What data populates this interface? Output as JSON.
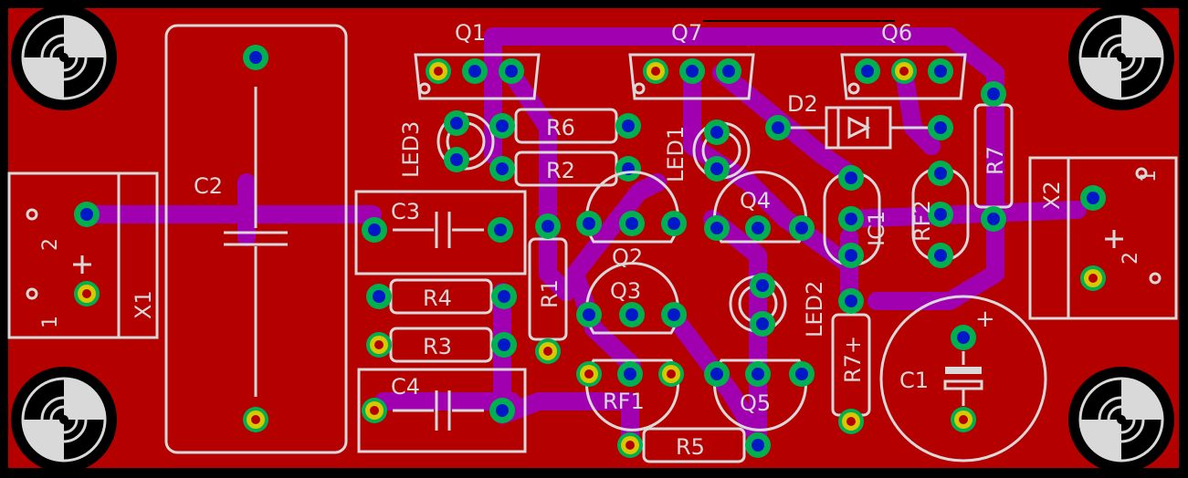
{
  "colors": {
    "background": "#000000",
    "copper": "#b50000",
    "trace": "#a000b0",
    "silkscreen": "#d9d9d9",
    "pad_ring": "#00b050",
    "pad_hole": "#0018c8",
    "pad_alt": "#d8c800"
  },
  "labels": {
    "q1": "Q1",
    "q7": "Q7",
    "q6": "Q6",
    "c2": "C2",
    "led3": "LED3",
    "r6": "R6",
    "r2": "R2",
    "led1": "LED1",
    "d2": "D2",
    "r7": "R7",
    "x2": "X2",
    "x2_pin1": "1",
    "x2_pin2": "2",
    "c3": "C3",
    "q2": "Q2",
    "q4": "Q4",
    "ic1": "IC1",
    "rf2": "RF2",
    "x1": "X1",
    "x1_pin1": "1",
    "x1_pin2": "2",
    "r4": "R4",
    "r1": "R1",
    "q3": "Q3",
    "led2": "LED2",
    "r3": "R3",
    "r7plus": "R7+",
    "c1": "C1",
    "c4": "C4",
    "rf1": "RF1",
    "q5": "Q5",
    "r5": "R5",
    "plus": "+"
  }
}
